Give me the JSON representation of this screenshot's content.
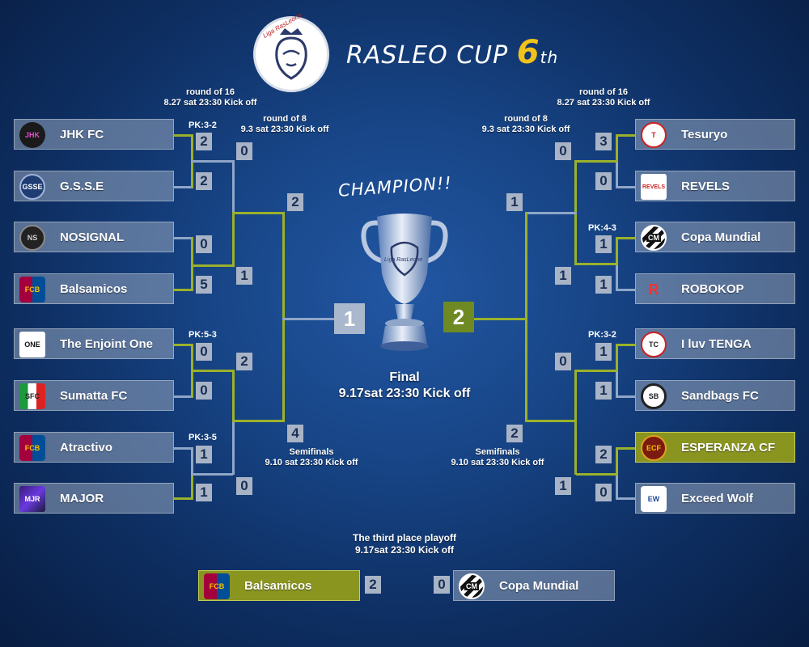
{
  "header": {
    "title": "RASLEO CUP",
    "edition_number": "6",
    "edition_suffix": "th",
    "logo_text": "Liga RasLeone"
  },
  "left": {
    "r16_label": "round of 16",
    "r16_time": "8.27 sat 23:30 Kick off",
    "r8_label": "round of 8",
    "r8_time": "9.3 sat 23:30 Kick off",
    "teams": [
      "JHK FC",
      "G.S.S.E",
      "NOSIGNAL",
      "Balsamicos",
      "The Enjoint One",
      "Sumatta FC",
      "Atractivo",
      "MAJOR"
    ],
    "r16_scores": [
      "2",
      "2",
      "0",
      "5",
      "0",
      "0",
      "1",
      "1"
    ],
    "pk": [
      "PK:3-2",
      "PK:5-3",
      "PK:3-5"
    ],
    "r8_scores": [
      "0",
      "1",
      "2",
      "0"
    ],
    "sf_scores": [
      "2",
      "4"
    ],
    "sf_label": "Semifinals",
    "sf_time": "9.10 sat 23:30 Kick off"
  },
  "right": {
    "r16_label": "round of 16",
    "r16_time": "8.27 sat 23:30 Kick off",
    "r8_label": "round of 8",
    "r8_time": "9.3 sat 23:30 Kick off",
    "teams": [
      "Tesuryo",
      "REVELS",
      "Copa Mundial",
      "ROBOKOP",
      "I luv TENGA",
      "Sandbags FC",
      "ESPERANZA CF",
      "Exceed Wolf"
    ],
    "r16_scores": [
      "3",
      "0",
      "1",
      "1",
      "1",
      "1",
      "2",
      "0"
    ],
    "pk": [
      "PK:4-3",
      "PK:3-2"
    ],
    "r8_scores": [
      "0",
      "1",
      "0",
      "1"
    ],
    "sf_scores": [
      "1",
      "2"
    ],
    "sf_label": "Semifinals",
    "sf_time": "9.10 sat 23:30 Kick off"
  },
  "final": {
    "champion_text": "CHAMPION!!",
    "left_score": "1",
    "right_score": "2",
    "label": "Final",
    "time": "9.17sat 23:30 Kick off",
    "trophy_text": "Liga RasLeone"
  },
  "third": {
    "label": "The third place playoff",
    "time": "9.17sat 23:30 Kick off",
    "left_team": "Balsamicos",
    "left_score": "2",
    "right_score": "0",
    "right_team": "Copa Mundial"
  },
  "logos": {
    "jhk": "JHK",
    "gsse": "GSSE",
    "nosignal": "NS",
    "barca": "FCB",
    "enjoint": "ONE",
    "sumatta": "SFC",
    "atractivo": "FCB",
    "major": "MJR",
    "tesuryo": "T",
    "revels": "REVELS",
    "copa": "CM",
    "robokop": "R",
    "tenga": "TC",
    "sandbags": "SB",
    "esperanza": "ECF",
    "exceed": "EW"
  },
  "colors": {
    "win": "#8a9520",
    "line_green": "#9bb12b",
    "line_blue": "#8fa6c8",
    "score_box": "#a8b4c6",
    "final_green": "#6f8a22"
  }
}
